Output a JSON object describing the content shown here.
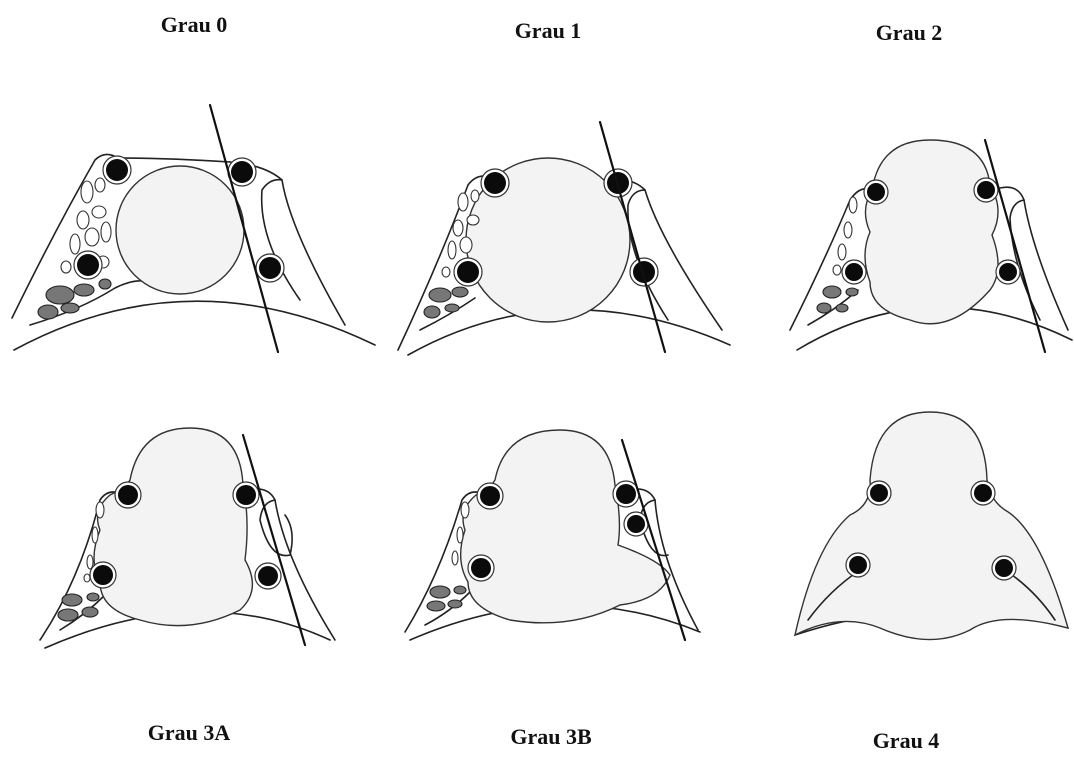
{
  "panels": [
    {
      "label": "Grau 0"
    },
    {
      "label": "Grau 1"
    },
    {
      "label": "Grau 2"
    },
    {
      "label": "Grau 3A"
    },
    {
      "label": "Grau 3B"
    },
    {
      "label": "Grau 4"
    }
  ]
}
